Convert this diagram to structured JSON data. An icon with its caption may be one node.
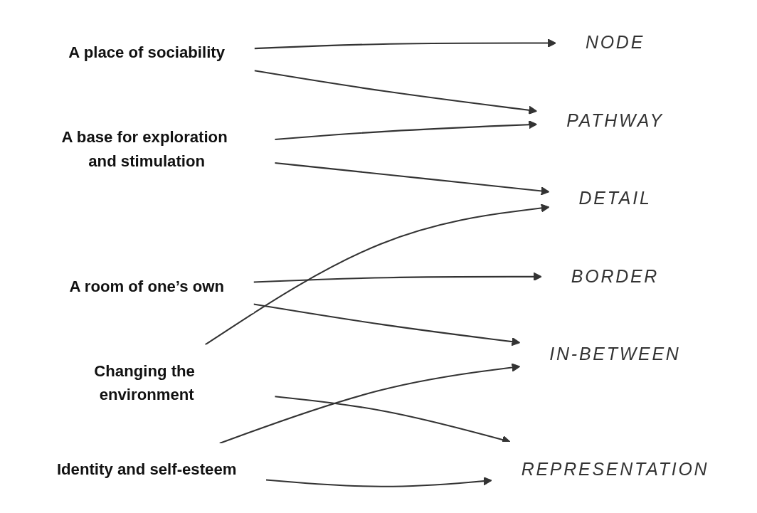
{
  "diagram": {
    "nodes": [
      {
        "text": [
          "A place of sociability"
        ]
      },
      {
        "text": [
          "A base for exploration and stimulation"
        ]
      },
      {
        "text": [
          "A room of one’s own"
        ]
      },
      {
        "text": [
          "Changing the environment"
        ]
      },
      {
        "text": [
          "Identity and self-esteem"
        ]
      },
      {
        "text": [
          "NODE"
        ]
      },
      {
        "text": [
          "REPRESENTATION"
        ]
      },
      {
        "text": [
          "BORDER"
        ]
      },
      {
        "text": [
          "DETAIL"
        ]
      },
      {
        "text": [
          "PATHWAY"
        ]
      },
      {
        "text": [
          "IN-BETWEEN"
        ]
      }
    ],
    "edges": [
      {
        "from": 0,
        "to": 5,
        "arrow": "to"
      },
      {
        "from": 0,
        "to": 9,
        "arrow": "to"
      },
      {
        "from": 1,
        "to": 9,
        "arrow": "to"
      },
      {
        "from": 1,
        "to": 8,
        "arrow": "to"
      },
      {
        "from": 2,
        "to": 7,
        "arrow": "to"
      },
      {
        "from": 2,
        "to": 10,
        "arrow": "to"
      },
      {
        "from": 3,
        "to": 6,
        "arrow": "to"
      },
      {
        "from": 3,
        "to": 8,
        "arrow": "to"
      },
      {
        "from": 4,
        "to": 6,
        "arrow": "to"
      },
      {
        "from": 4,
        "to": 10,
        "arrow": "to"
      }
    ]
  }
}
